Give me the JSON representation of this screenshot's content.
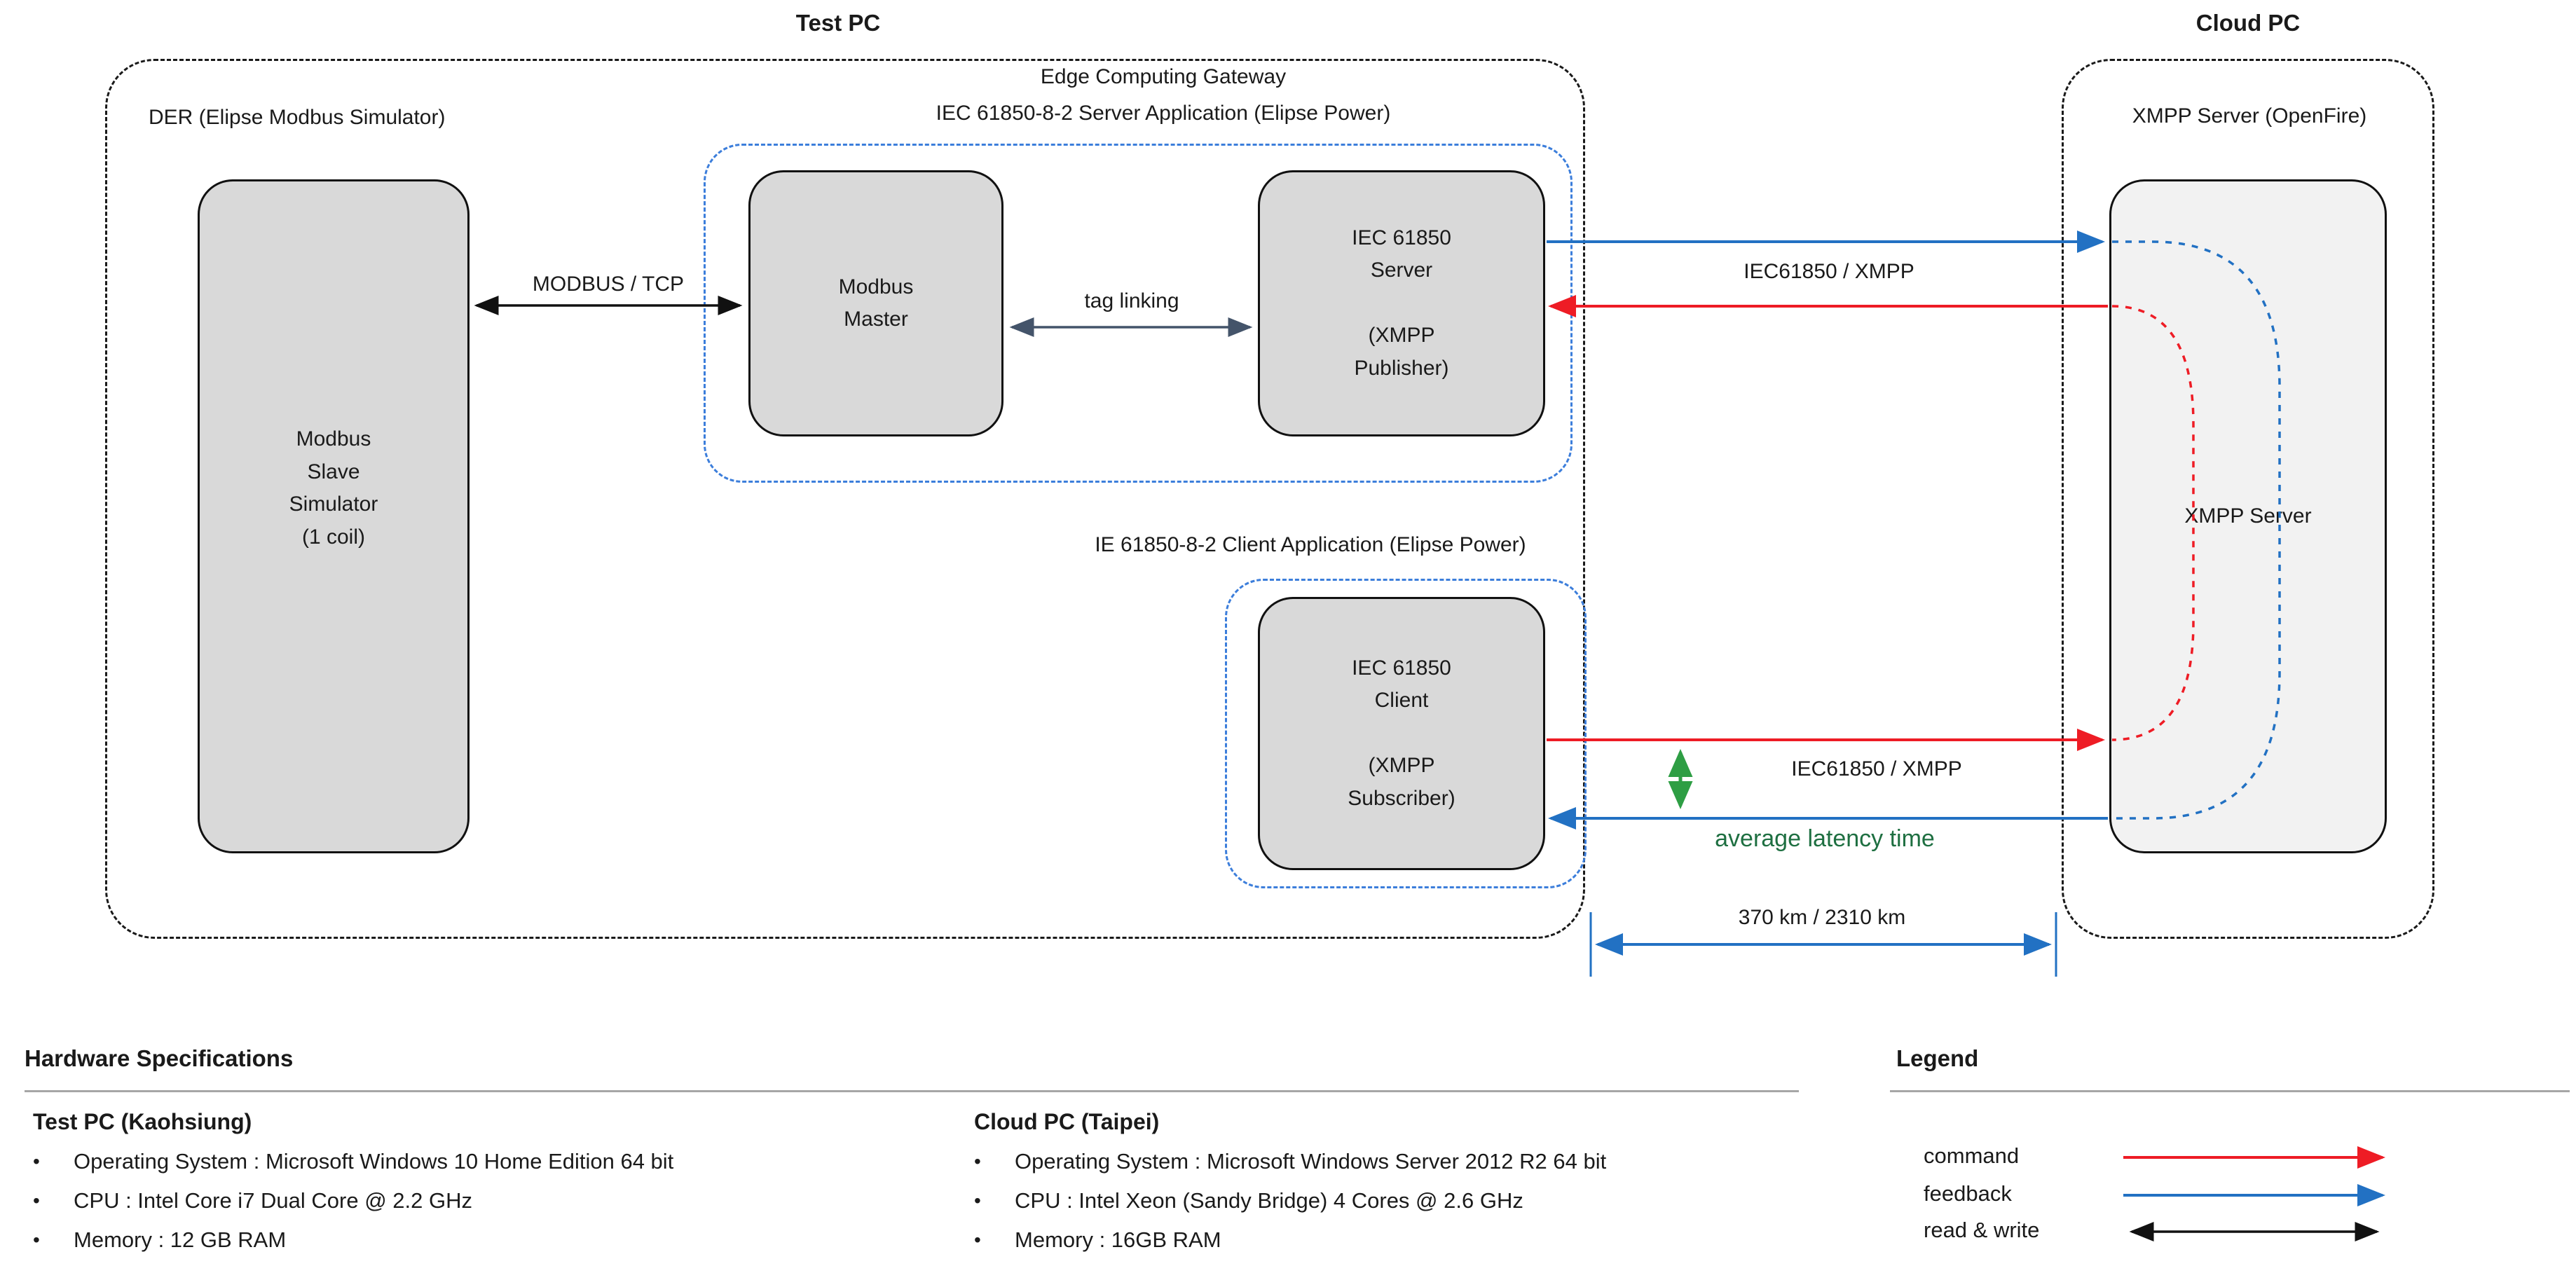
{
  "containers": {
    "test_pc": {
      "title": "Test PC"
    },
    "cloud_pc": {
      "title": "Cloud PC"
    }
  },
  "der": {
    "label": "DER (Elipse Modbus Simulator)",
    "box_text": "Modbus\nSlave\nSimulator\n(1 coil)"
  },
  "gateway": {
    "title_line1": "Edge Computing Gateway",
    "title_line2": "IEC 61850-8-2 Server Application (Elipse Power)",
    "modbus_master": "Modbus\nMaster",
    "iec_server": "IEC 61850\nServer\n\n(XMPP\nPublisher)"
  },
  "client_app": {
    "title": "IE 61850-8-2 Client Application (Elipse Power)",
    "iec_client": "IEC 61850\nClient\n\n(XMPP\nSubscriber)"
  },
  "cloud": {
    "xmpp_label": "XMPP Server (OpenFire)",
    "xmpp_box": "XMPP Server"
  },
  "links": {
    "modbus_tcp": "MODBUS / TCP",
    "tag_linking": "tag linking",
    "top_protocol": "IEC61850 / XMPP",
    "bottom_protocol": "IEC61850 / XMPP",
    "latency": "average latency time",
    "distance": "370 km / 2310 km"
  },
  "specs": {
    "heading": "Hardware Specifications",
    "columns": [
      {
        "title": "Test PC (Kaohsiung)",
        "items": [
          "Operating System : Microsoft Windows 10 Home Edition 64 bit",
          "CPU : Intel Core i7 Dual Core @ 2.2 GHz",
          "Memory : 12 GB RAM"
        ]
      },
      {
        "title": "Cloud PC (Taipei)",
        "items": [
          "Operating System : Microsoft Windows Server 2012 R2 64 bit",
          "CPU : Intel Xeon (Sandy Bridge) 4 Cores @ 2.6 GHz",
          "Memory : 16GB RAM"
        ]
      }
    ]
  },
  "legend": {
    "heading": "Legend",
    "items": [
      {
        "label": "command",
        "arrow": "right",
        "color": "#ee1c25"
      },
      {
        "label": "feedback",
        "arrow": "right",
        "color": "#2271c3"
      },
      {
        "label": "read & write",
        "arrow": "both",
        "color": "#111111"
      }
    ]
  },
  "colors": {
    "command_red": "#ee1c25",
    "feedback_blue": "#2271c3",
    "dash_blue": "#3c7edb",
    "tag_navy": "#44546a",
    "green_arrow": "#2e9e44",
    "green_text": "#1e6f41",
    "box_fill": "#d9d9d9",
    "box_fill_light": "#f2f2f2",
    "box_border": "#111111",
    "rule_gray": "#a6a6a6",
    "black": "#111111"
  }
}
